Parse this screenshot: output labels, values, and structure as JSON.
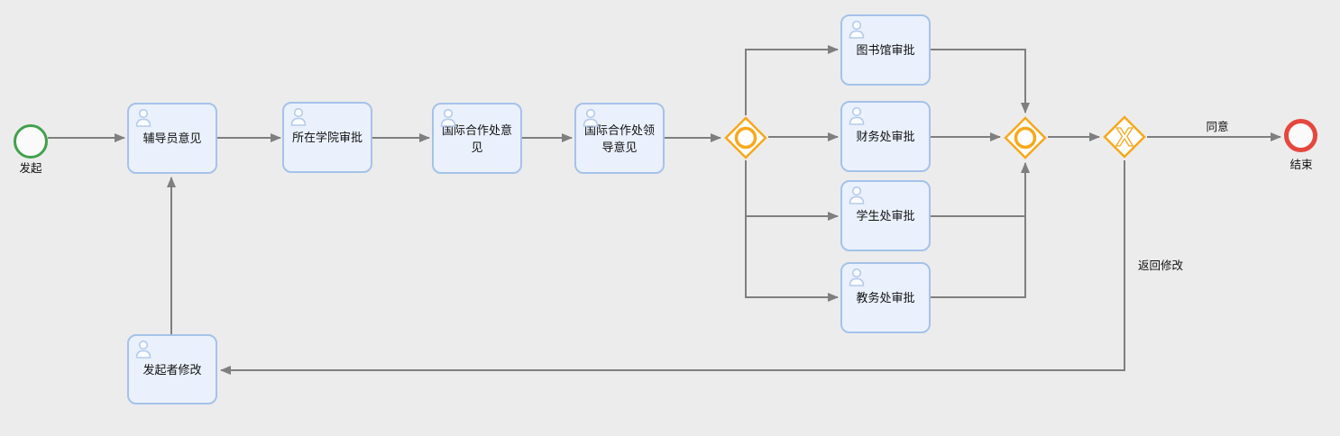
{
  "colors": {
    "background": "#ececec",
    "task_fill": "#eaf1fc",
    "task_border": "#a5c2ea",
    "connector": "#7f7f7f",
    "gateway_accent": "#f7a81b",
    "start_event_accent": "#42a04c",
    "end_event_accent": "#e5473d",
    "text": "#111111"
  },
  "diagram": {
    "start_event": {
      "label": "发起"
    },
    "end_event": {
      "label": "结束"
    },
    "tasks": [
      {
        "id": "counselor-opinion",
        "label": "辅导员意见",
        "icon": "user-icon"
      },
      {
        "id": "college-approval",
        "label": "所在学院审批",
        "icon": "user-icon"
      },
      {
        "id": "intl-office-opinion",
        "label": "国际合作处意见",
        "icon": "user-icon"
      },
      {
        "id": "intl-office-leader-opinion",
        "label": "国际合作处领导意见",
        "icon": "user-icon"
      },
      {
        "id": "library-approval",
        "label": "图书馆审批",
        "icon": "user-icon"
      },
      {
        "id": "finance-office-approval",
        "label": "财务处审批",
        "icon": "user-icon"
      },
      {
        "id": "student-affairs-approval",
        "label": "学生处审批",
        "icon": "user-icon"
      },
      {
        "id": "academic-affairs-approval",
        "label": "教务处审批",
        "icon": "user-icon"
      },
      {
        "id": "initiator-revision",
        "label": "发起者修改",
        "icon": "user-icon"
      }
    ],
    "gateways": [
      {
        "id": "split",
        "type": "inclusive",
        "icon": "circle-in-diamond-icon"
      },
      {
        "id": "join",
        "type": "inclusive",
        "icon": "circle-in-diamond-icon"
      },
      {
        "id": "decision",
        "type": "exclusive",
        "icon": "x-in-diamond-icon",
        "symbol": "X"
      }
    ],
    "flow_labels": {
      "approve": "同意",
      "return_for_revision": "返回修改"
    }
  }
}
